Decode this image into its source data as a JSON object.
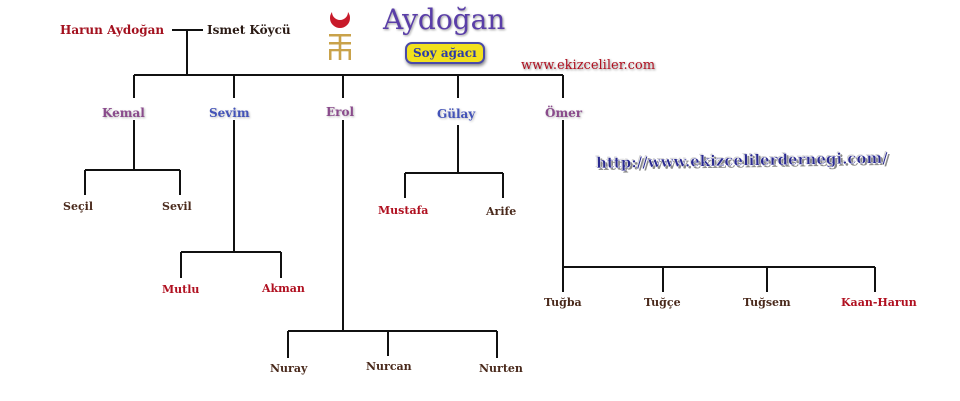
{
  "header": {
    "title": "Aydoğan",
    "badge": "Soy ağacı",
    "website": "www.ekizceliler.com",
    "website_alt": "http://www.ekizcelilerdernegi.com/"
  },
  "colors": {
    "red": "#b01020",
    "purple": "#8a4b8c",
    "blue": "#4353b8",
    "gold": "#c9a24a",
    "line": "#111111"
  },
  "icons": {
    "logo": "crescent-tamga-icon"
  },
  "founders": {
    "father": "Harun Aydoğan",
    "mother": "Ismet Köycü"
  },
  "children": {
    "kemal": {
      "name": "Kemal",
      "kids": [
        "Seçil",
        "Sevil"
      ]
    },
    "sevim": {
      "name": "Sevim",
      "kids": [
        "Mutlu",
        "Akman"
      ]
    },
    "erol": {
      "name": "Erol",
      "kids": [
        "Nuray",
        "Nurcan",
        "Nurten"
      ]
    },
    "gulay": {
      "name": "Gülay",
      "kids": [
        "Mustafa",
        "Arife"
      ]
    },
    "omer": {
      "name": "Ömer",
      "kids": [
        "Tuğba",
        "Tuğçe",
        "Tuğsem",
        "Kaan-Harun"
      ]
    }
  }
}
